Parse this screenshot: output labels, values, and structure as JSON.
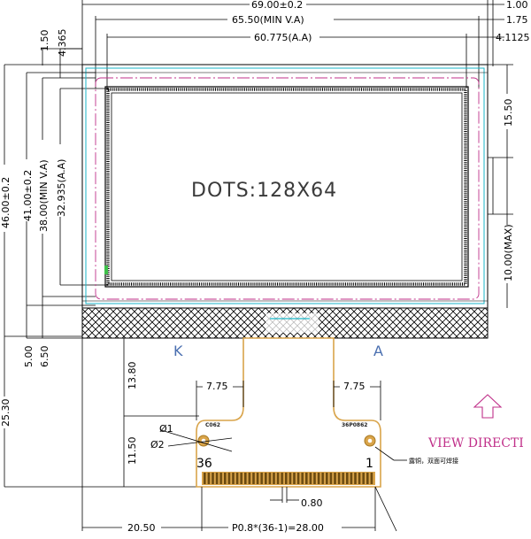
{
  "dimensions": {
    "overall_width": "69.00±0.2",
    "min_va_width": "65.50(MIN  V.A)",
    "aa_width": "60.775(A.A)",
    "right_1": "1.00",
    "right_2": "1.75",
    "right_3": "4.1125",
    "left_top_1": "1.50",
    "left_top_2": "4.365",
    "overall_height": "46.00±0.2",
    "height_41": "41.00±0.2",
    "min_va_height": "38.00(MIN  V.A)",
    "aa_height": "32.935(A.A)",
    "right_side_1": "15.50",
    "right_side_2": "10.00(MAX)",
    "left_5": "5.00",
    "left_650": "6.50",
    "tail_length": "25.30",
    "dim_1380": "13.80",
    "dim_1150": "11.50",
    "dim_775_left": "7.75",
    "dim_775_right": "7.75",
    "pitch": "0.80",
    "bottom_left": "20.50",
    "pin_span": "P0.8*(36-1)=28.00",
    "phi1": "Ø1",
    "phi2": "Ø2"
  },
  "display": {
    "dots_label": "DOTS:128X64"
  },
  "pins": {
    "k_label": "K",
    "a_label": "A",
    "pin_36": "36",
    "pin_1": "1",
    "fpc_left_code": "C062",
    "fpc_right_code": "36P0862"
  },
  "view_direction": "VIEW  DIRECTI",
  "note_text": "露铜，双面可焊接",
  "colors": {
    "line": "#000000",
    "cyan": "#1ab6c8",
    "magenta": "#c0308a",
    "fpc": "#d9a44a",
    "fpc_edge": "#a87820",
    "pin_label": "#4a6fb0"
  }
}
